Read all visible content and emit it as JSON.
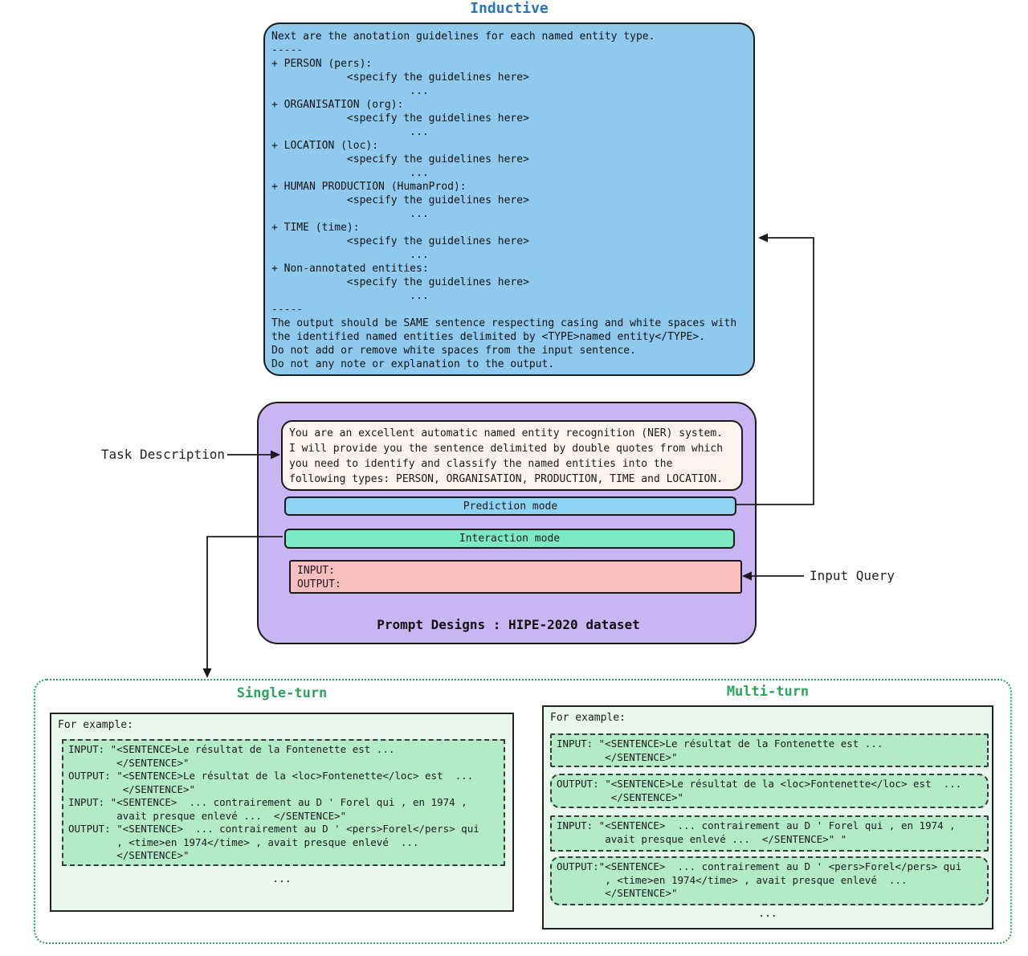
{
  "inductive": {
    "title": "Inductive",
    "content": "Next are the anotation guidelines for each named entity type.\n-----\n+ PERSON (pers):\n            <specify the guidelines here>\n                      ...\n+ ORGANISATION (org):\n            <specify the guidelines here>\n                      ...\n+ LOCATION (loc):\n            <specify the guidelines here>\n                      ...\n+ HUMAN PRODUCTION (HumanProd):\n            <specify the guidelines here>\n                      ...\n+ TIME (time):\n            <specify the guidelines here>\n                      ...\n+ Non-annotated entities:\n            <specify the guidelines here>\n                      ...\n-----\nThe output should be SAME sentence respecting casing and white spaces with\nthe identified named entities delimited by <TYPE>named entity</TYPE>.\nDo not add or remove white spaces from the input sentence.\nDo not any note or explanation to the output."
  },
  "prompt_design": {
    "task_description": "You are an excellent automatic named entity recognition (NER) system.\nI will provide you the sentence delimited by double quotes from which\nyou need to identify and classify the named entities into the\nfollowing types: PERSON, ORGANISATION, PRODUCTION, TIME and LOCATION.",
    "prediction_mode_label": "Prediction mode",
    "interaction_mode_label": "Interaction mode",
    "io_placeholder": "INPUT:\nOUTPUT:",
    "caption": "Prompt Designs : HIPE-2020 dataset"
  },
  "labels": {
    "task_description": "Task Description",
    "input_query": "Input Query"
  },
  "examples": {
    "single_turn": {
      "title": "Single-turn",
      "for_example": "For example:",
      "dialog": "INPUT: \"<SENTENCE>Le résultat de la Fontenette est ...\n        </SENTENCE>\"\nOUTPUT: \"<SENTENCE>Le résultat de la <loc>Fontenette</loc> est  ...\n         </SENTENCE>\"\nINPUT: \"<SENTENCE>  ... contrairement au D ' Forel qui , en 1974 ,\n        avait presque enlevé ...  </SENTENCE>\"\nOUTPUT: \"<SENTENCE>  ... contrairement au D ' <pers>Forel</pers> qui\n        , <time>en 1974</time> , avait presque enlevé  ...\n        </SENTENCE>\"",
      "ellipsis": "..."
    },
    "multi_turn": {
      "title": "Multi-turn",
      "for_example": "For example:",
      "turns": [
        "INPUT: \"<SENTENCE>Le résultat de la Fontenette est ...\n        </SENTENCE>\"",
        "OUTPUT: \"<SENTENCE>Le résultat de la <loc>Fontenette</loc> est  ...\n         </SENTENCE>\"",
        "INPUT: \"<SENTENCE>  ... contrairement au D ' Forel qui , en 1974 ,\n        avait presque enlevé ...  </SENTENCE>\" \"",
        "OUTPUT:\"<SENTENCE>  ... contrairement au D ' <pers>Forel</pers> qui\n        , <time>en 1974</time> , avait presque enlevé  ...\n        </SENTENCE>\""
      ],
      "ellipsis": "..."
    }
  },
  "colors": {
    "inductive_fill": "#8fcaee",
    "prompt_box_fill": "#c9b5f2",
    "task_box_fill": "#fdf2ec",
    "prediction_fill": "#8ed3f4",
    "interaction_fill": "#7ce9c5",
    "input_query_fill": "#f9bfbf",
    "example_box_fill": "#e9f8ef",
    "turn_fill": "#b2ebc6",
    "accent_green": "#2aa45e",
    "accent_blue": "#2176c7"
  }
}
